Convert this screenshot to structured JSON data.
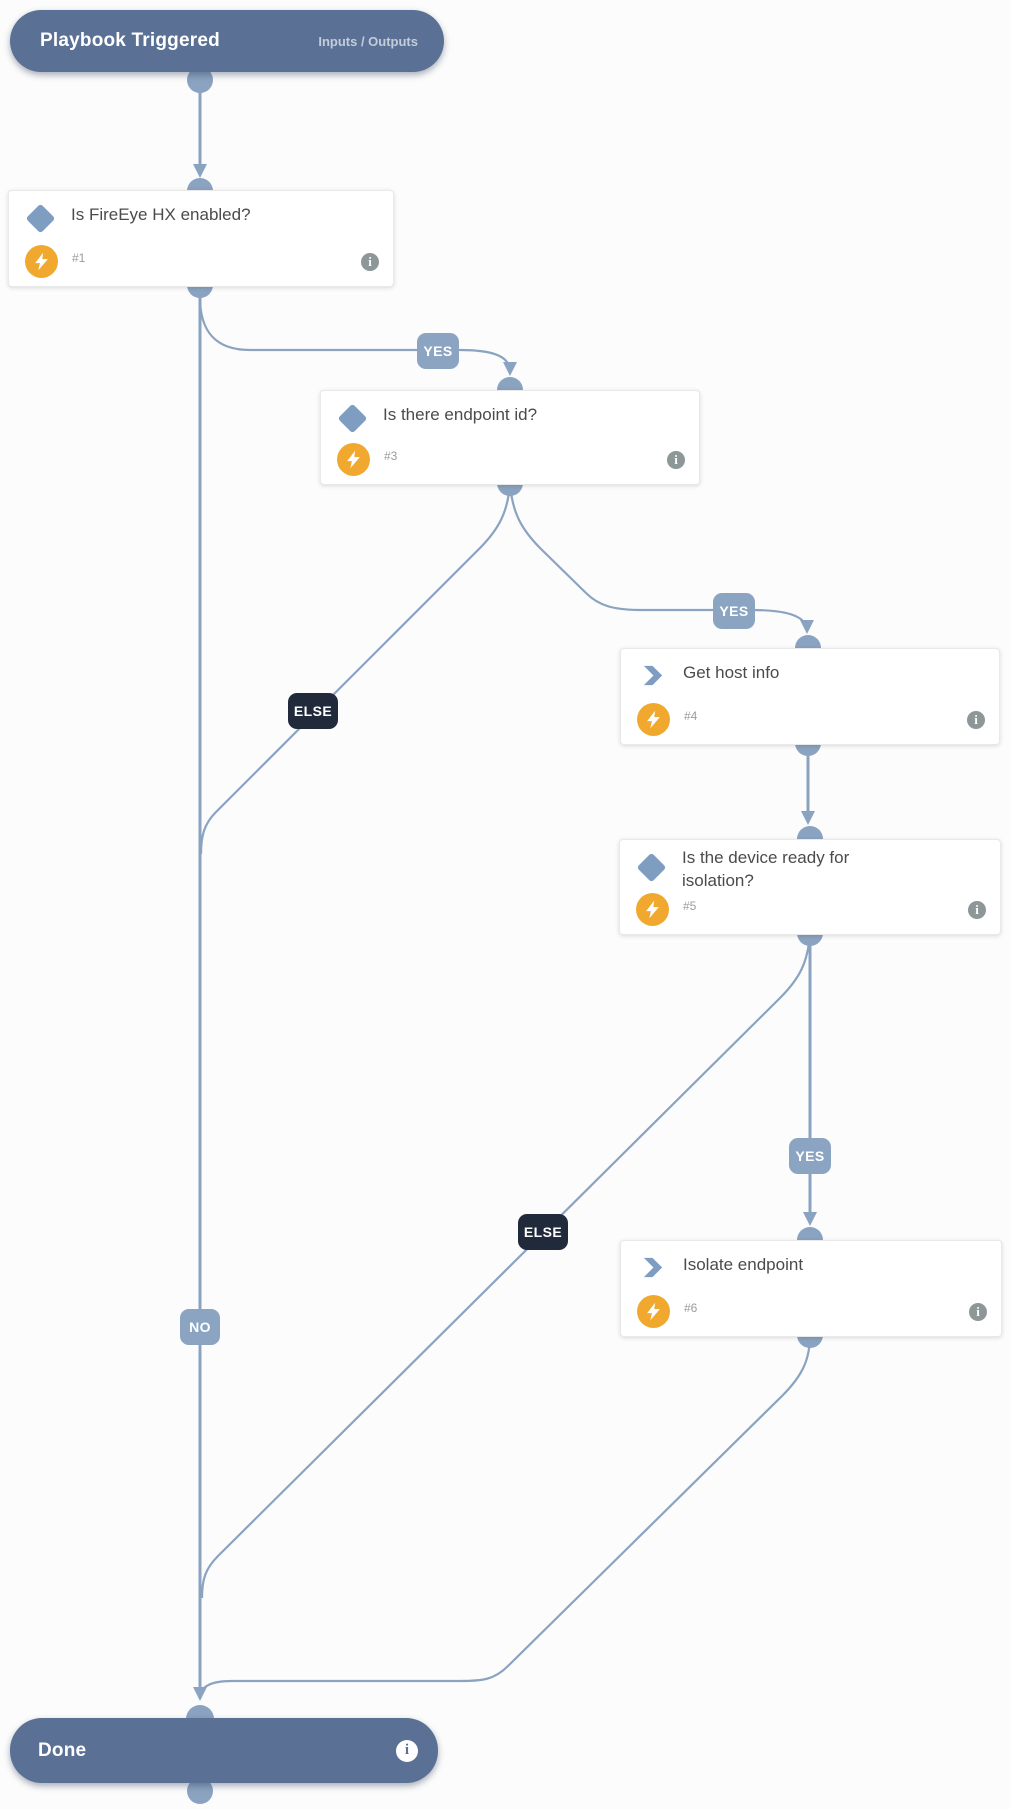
{
  "colors": {
    "edge": "#8aa3c1",
    "node_pill": "#5a7195",
    "branch_label_blue": "#8ba4c1",
    "branch_label_dark": "#202a3b",
    "automation_orange": "#f0a92e",
    "task_icon_blue": "#7e9dc1",
    "card_background": "#ffffff"
  },
  "start_node": {
    "title": "Playbook Triggered",
    "io_label": "Inputs / Outputs"
  },
  "end_node": {
    "title": "Done"
  },
  "tasks": [
    {
      "number": "#1",
      "title": "Is FireEye HX enabled?",
      "type": "condition"
    },
    {
      "number": "#3",
      "title": "Is there endpoint id?",
      "type": "condition"
    },
    {
      "number": "#4",
      "title": "Get host info",
      "type": "action"
    },
    {
      "number": "#5",
      "title": "Is the device ready for isolation?",
      "type": "condition"
    },
    {
      "number": "#6",
      "title": "Isolate endpoint",
      "type": "action"
    }
  ],
  "branch_labels": {
    "yes": "YES",
    "no": "NO",
    "else": "ELSE"
  },
  "icons": {
    "info_glyph": "i"
  }
}
